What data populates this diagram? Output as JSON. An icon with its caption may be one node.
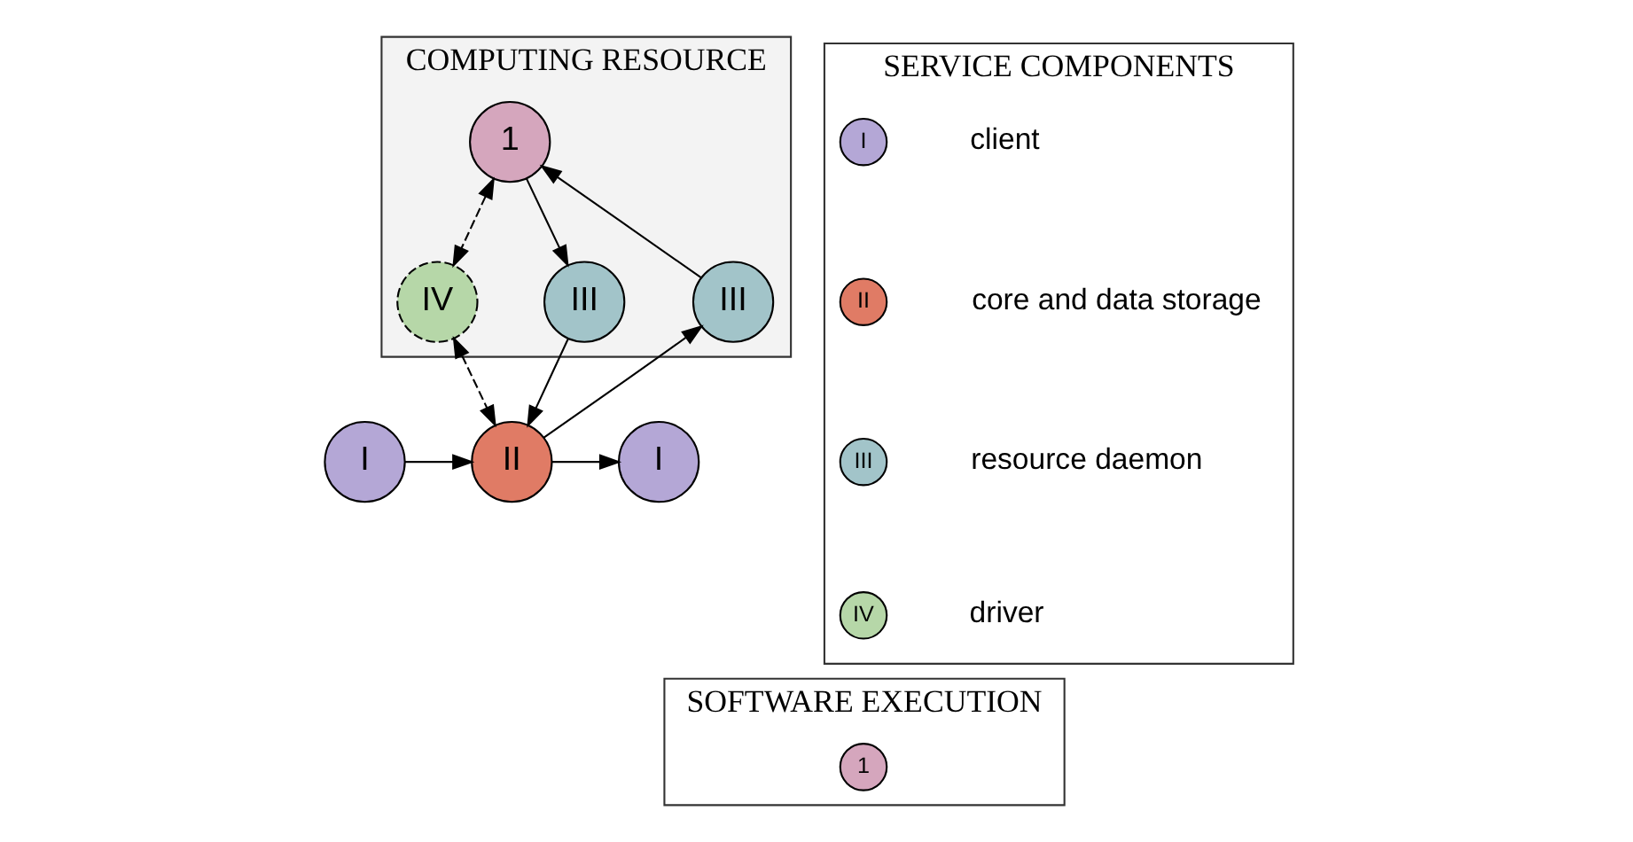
{
  "diagram": {
    "nodes": [
      {
        "text": [
          "COMPUTING RESOURCE"
        ]
      },
      {
        "text": [
          "1"
        ],
        "in": 0
      },
      {
        "text": [
          "III"
        ],
        "in": 0
      },
      {
        "text": [
          "IV"
        ],
        "in": 0
      },
      {
        "text": [
          "III"
        ],
        "in": 0
      },
      {
        "text": [
          "I"
        ]
      },
      {
        "text": [
          "II"
        ]
      },
      {
        "text": [
          "I"
        ]
      },
      {
        "text": [
          "SERVICE COMPONENTS"
        ]
      },
      {
        "text": [
          "I"
        ],
        "in": 8,
        "beside": [
          "client"
        ]
      },
      {
        "text": [
          "II"
        ],
        "in": 8,
        "beside": [
          "core and data storage"
        ]
      },
      {
        "text": [
          "III"
        ],
        "in": 8,
        "beside": [
          "resource daemon"
        ]
      },
      {
        "text": [
          "IV"
        ],
        "in": 8,
        "beside": [
          "driver"
        ]
      },
      {
        "text": [
          "SOFTWARE EXECUTION"
        ]
      },
      {
        "text": [
          "1"
        ],
        "in": 13
      }
    ],
    "edges": [
      {
        "from": 2,
        "to": 1,
        "arrow": "to"
      },
      {
        "from": 1,
        "to": 4,
        "arrow": "to"
      },
      {
        "from": 1,
        "to": 3,
        "arrow": "both",
        "style": "dashed"
      },
      {
        "from": 3,
        "to": 6,
        "arrow": "both",
        "style": "dashed"
      },
      {
        "from": 6,
        "to": 2,
        "arrow": "to"
      },
      {
        "from": 4,
        "to": 6,
        "arrow": "to"
      },
      {
        "from": 5,
        "to": 6,
        "arrow": "to"
      },
      {
        "from": 6,
        "to": 7,
        "arrow": "to"
      }
    ]
  }
}
